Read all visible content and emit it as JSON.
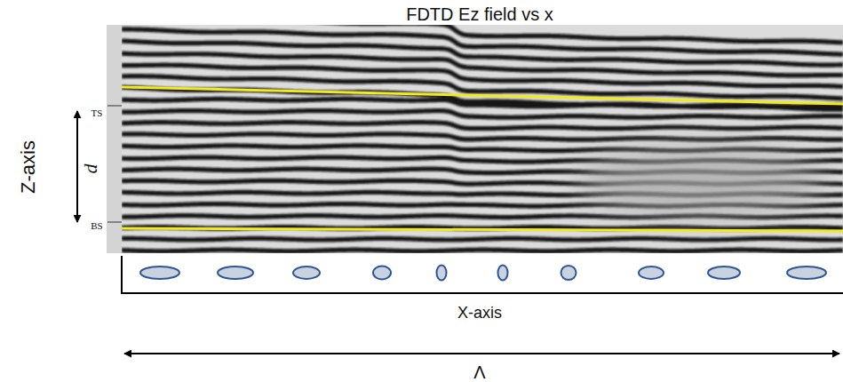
{
  "diagram": {
    "title": "FDTD Ez field vs x",
    "labels": [
      "Z-axis",
      "d",
      "TS",
      "BS",
      "X-axis",
      "Λ"
    ]
  }
}
